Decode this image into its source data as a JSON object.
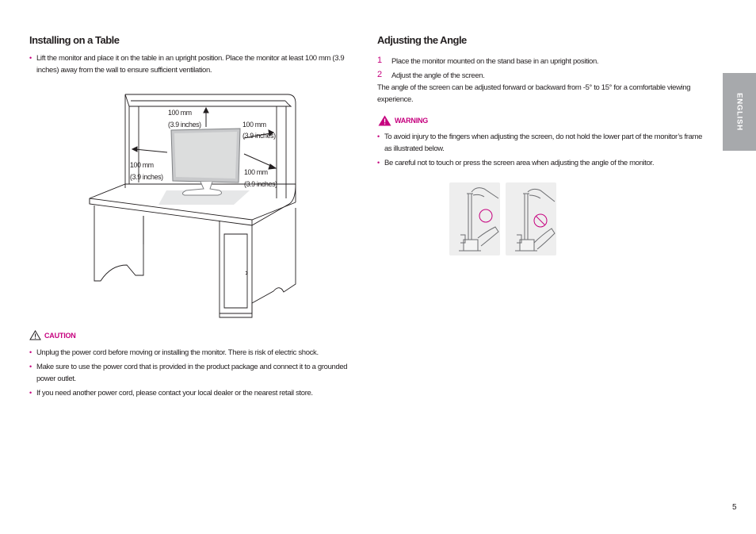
{
  "left": {
    "title": "Installing on a Table",
    "intro": "Lift the monitor and place it on the table in an upright position. Place the monitor at least 100 mm (3.9 inches) away from the wall to ensure sufficient ventilation.",
    "diagram_labels": {
      "top_mm": "100 mm",
      "top_in": "(3.9 inches)",
      "right_top_mm": "100 mm",
      "right_top_in": "(3.9 inches)",
      "left_mm": "100 mm",
      "left_in": "(3.9 inches)",
      "right_bottom_mm": "100 mm",
      "right_bottom_in": "(3.9 inches)"
    },
    "caution_label": "CAUTION",
    "caution_items": [
      "Unplug the power cord before moving or installing the monitor. There is risk of electric shock.",
      "Make sure to use the power cord that is provided in the product package and connect it to a grounded power outlet.",
      "If you need another power cord, please contact your local dealer or the nearest retail store."
    ]
  },
  "right": {
    "title": "Adjusting the Angle",
    "steps": [
      {
        "num": "1",
        "text": "Place the monitor mounted on the stand base in an upright position."
      },
      {
        "num": "2",
        "text": "Adjust the angle of the screen."
      }
    ],
    "angle_note": "The angle of the screen can be adjusted forward or backward from -5° to 15° for a comfortable viewing experience.",
    "warning_label": "WARNING",
    "warning_items": [
      "To avoid injury to the fingers when adjusting the screen, do not hold the lower part of the monitor’s frame as illustrated below.",
      "Be careful not to touch or press the screen area when adjusting the angle of the monitor."
    ]
  },
  "side_tab": "ENGLISH",
  "page_number": "5",
  "colors": {
    "accent": "#c6007e",
    "tab": "#a7a9ac",
    "text": "#231f20"
  }
}
